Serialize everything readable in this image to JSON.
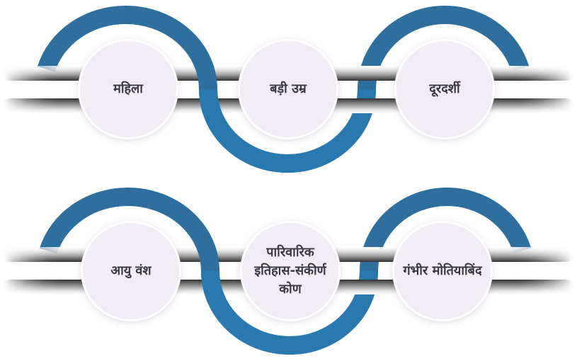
{
  "diagram": {
    "description_names": "risk-factor-chain-diagram",
    "rows": [
      {
        "items": [
          {
            "label": "महिला"
          },
          {
            "label": "बड़ी उम्र"
          },
          {
            "label": "दूरदर्शी"
          }
        ]
      },
      {
        "items": [
          {
            "label": "आयु वंश"
          },
          {
            "label": "पारिवारिक\nइतिहास-संकीर्ण\nकोण"
          },
          {
            "label": "गंभीर मोतियाबिंद"
          }
        ]
      }
    ]
  },
  "colors": {
    "ribbon": "#2e6f9d",
    "ribbon_bright": "#2979ae",
    "circle_fill": "#f2ecf5",
    "circle_border": "#ffffff",
    "text": "#3a393f",
    "bar_light": "#ffffff",
    "bar_dark": "#2f2f2f"
  }
}
